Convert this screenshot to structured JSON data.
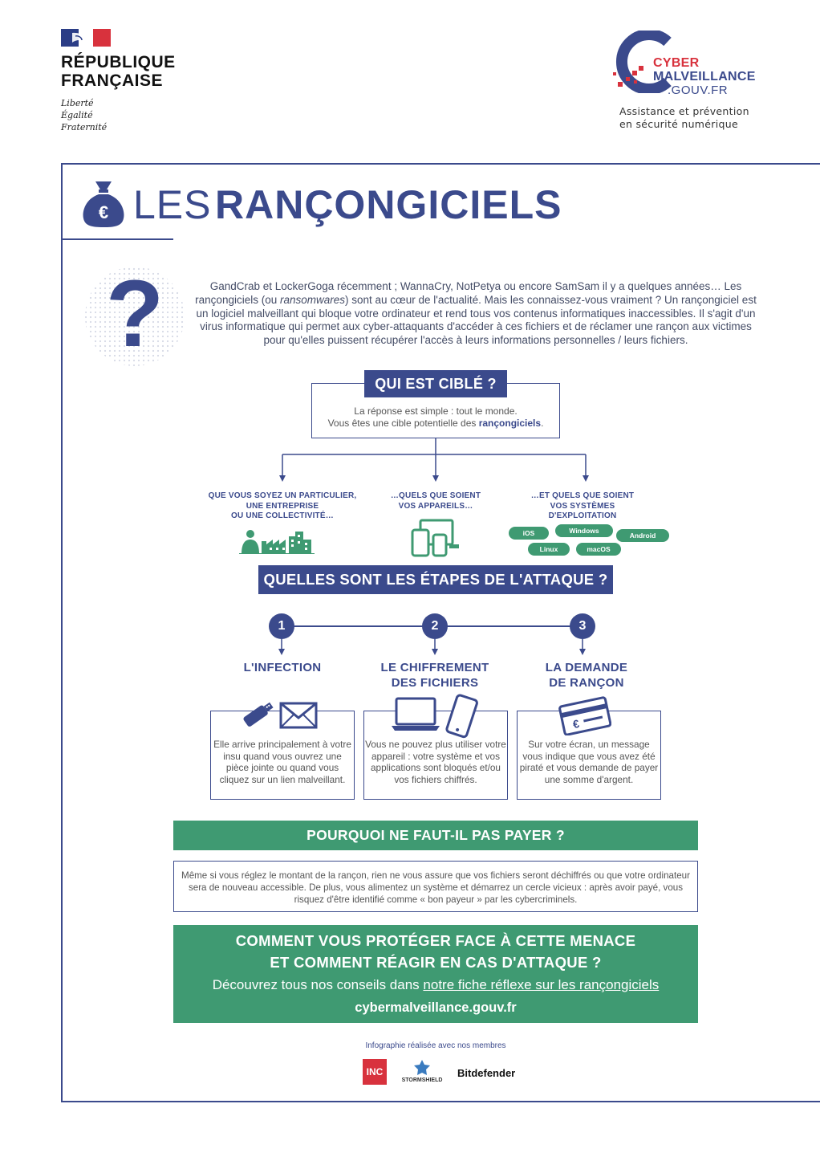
{
  "header": {
    "republique": "RÉPUBLIQUE\nFRANÇAISE",
    "motto": "Liberté\nÉgalité\nFraternité",
    "logo_line1": "CYBER",
    "logo_line2": "MALVEILLANCE",
    "logo_line3": ".GOUV.FR",
    "tagline": "Assistance et prévention\nen sécurité numérique"
  },
  "title": {
    "light": "LES",
    "bold": "RANÇONGICIELS"
  },
  "intro": {
    "part1": "GandCrab et LockerGoga récemment ; WannaCry, NotPetya ou encore SamSam il y a quelques années… Les rançongiciels (ou ",
    "italic": "ransomwares",
    "part2": ") sont au cœur de l'actualité. Mais les connaissez-vous vraiment ? Un rançongiciel est un logiciel malveillant qui bloque votre ordinateur et rend tous vos contenus informatiques inaccessibles. Il s'agit d'un virus informatique qui permet aux cyber-attaquants d'accéder à ces fichiers et de réclamer une rançon aux victimes pour qu'elles puissent récupérer l'accès à leurs informations personnelles / leurs fichiers."
  },
  "who": {
    "heading": "QUI EST CIBLÉ ?",
    "line1": "La réponse est simple : tout le monde.",
    "line2_prefix": "Vous êtes une cible potentielle des ",
    "line2_bold": "rançongiciels",
    "line2_suffix": ".",
    "categories": [
      "QUE VOUS SOYEZ UN PARTICULIER,\nUNE ENTREPRISE\nOU UNE COLLECTIVITÉ…",
      "…QUELS QUE SOIENT\nVOS APPAREILS…",
      "…ET QUELS QUE SOIENT\nVOS SYSTÈMES\nD'EXPLOITATION"
    ],
    "os": [
      "iOS",
      "Windows",
      "Android",
      "Linux",
      "macOS"
    ]
  },
  "steps": {
    "heading": "QUELLES SONT LES ÉTAPES DE L'ATTAQUE ?",
    "items": [
      {
        "num": "1",
        "title": "L'INFECTION",
        "text": "Elle arrive principalement à votre insu quand vous ouvrez une pièce jointe ou quand vous cliquez sur un lien malveillant."
      },
      {
        "num": "2",
        "title": "LE CHIFFREMENT\nDES FICHIERS",
        "text": "Vous ne pouvez plus utiliser votre appareil : votre système et vos applications sont bloqués et/ou vos fichiers chiffrés."
      },
      {
        "num": "3",
        "title": "LA DEMANDE\nDE RANÇON",
        "text": "Sur votre écran, un message vous indique que vous avez été piraté et vous demande de payer une somme d'argent."
      }
    ]
  },
  "why": {
    "heading": "POURQUOI NE FAUT-IL PAS PAYER ?",
    "text": "Même si vous réglez le montant de la rançon, rien ne vous assure que vos fichiers seront déchiffrés ou que votre ordinateur sera de nouveau accessible. De plus, vous alimentez un système et démarrez un cercle vicieux : après avoir payé, vous risquez d'être identifié comme « bon payeur » par les cybercriminels."
  },
  "protect": {
    "line1": "COMMENT VOUS PROTÉGER FACE À CETTE MENACE",
    "line2": "ET COMMENT RÉAGIR EN CAS D'ATTAQUE ?",
    "line3_prefix": "Découvrez tous nos conseils dans ",
    "line3_link": "notre fiche réflexe sur les rançongiciels",
    "site": "cybermalveillance.gouv.fr"
  },
  "footer": {
    "credit": "Infographie réalisée avec nos membres",
    "partner_inc": "INC",
    "partner_stormshield": "STORMSHIELD",
    "partner_bitdefender": "Bitdefender"
  },
  "colors": {
    "navy": "#3b4a8c",
    "green": "#3f9a72",
    "red": "#d8323d"
  }
}
